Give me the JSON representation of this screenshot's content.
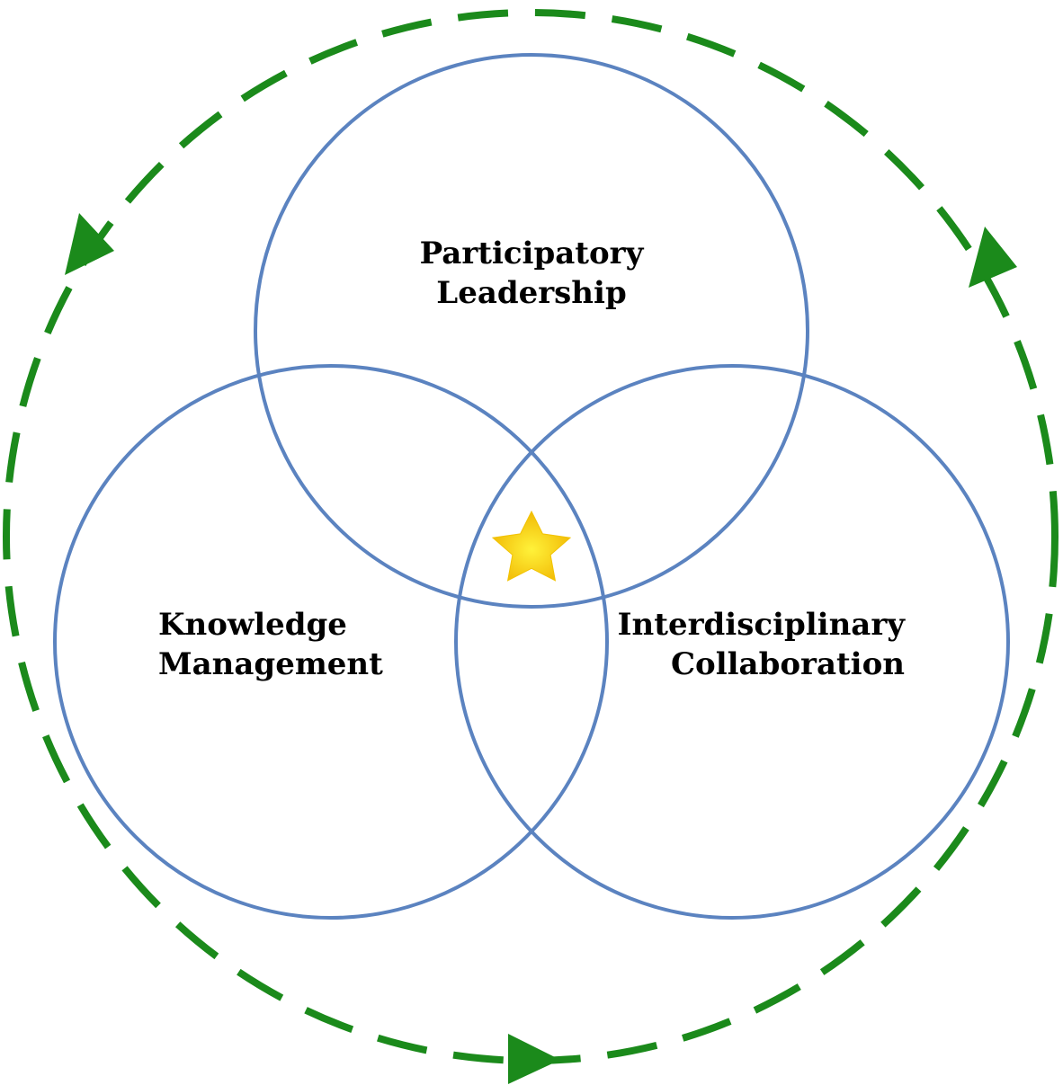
{
  "diagram": {
    "circles": {
      "top": {
        "line1": "Participatory",
        "line2": "Leadership"
      },
      "left": {
        "line1": "Knowledge",
        "line2": "Management"
      },
      "right": {
        "line1": "Interdisciplinary",
        "line2": "Collaboration"
      }
    },
    "center_marker": "star-icon",
    "cycle": {
      "style": "dashed",
      "arrow_count": 3,
      "direction": "counterclockwise"
    }
  },
  "colors": {
    "circle_stroke": "#5b83c0",
    "cycle_stroke": "#1b8a1b",
    "star_fill_center": "#fff23a",
    "star_fill_edge": "#f0b400",
    "text": "#000000"
  }
}
